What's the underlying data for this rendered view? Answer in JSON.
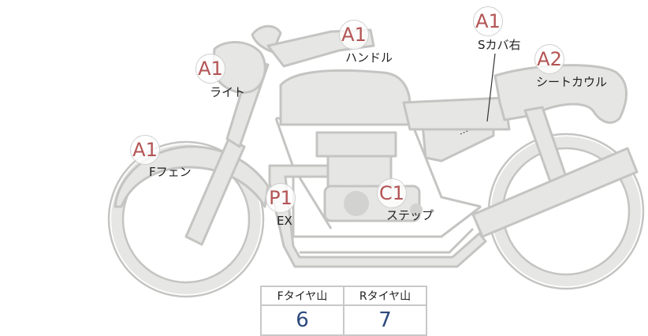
{
  "markers": [
    {
      "id": "handle",
      "code": "A1",
      "label": "ハンドル"
    },
    {
      "id": "light",
      "code": "A1",
      "label": "ライト"
    },
    {
      "id": "front-fender",
      "code": "A1",
      "label": "Fフェン"
    },
    {
      "id": "side-cover-right",
      "code": "A1",
      "label": "Sカバ右"
    },
    {
      "id": "seat-cowl",
      "code": "A2",
      "label": "シートカウル"
    },
    {
      "id": "exhaust",
      "code": "P1",
      "label": "EX"
    },
    {
      "id": "step",
      "code": "C1",
      "label": "ステップ"
    }
  ],
  "tread_table": {
    "headers": [
      "Fタイヤ山",
      "Rタイヤ山"
    ],
    "values": [
      "6",
      "7"
    ]
  },
  "colors": {
    "marker_text": "#b35454",
    "value_text": "#2c4a7c",
    "bike_fill": "#e6e6e4",
    "bike_stroke": "#c4c4c2"
  }
}
